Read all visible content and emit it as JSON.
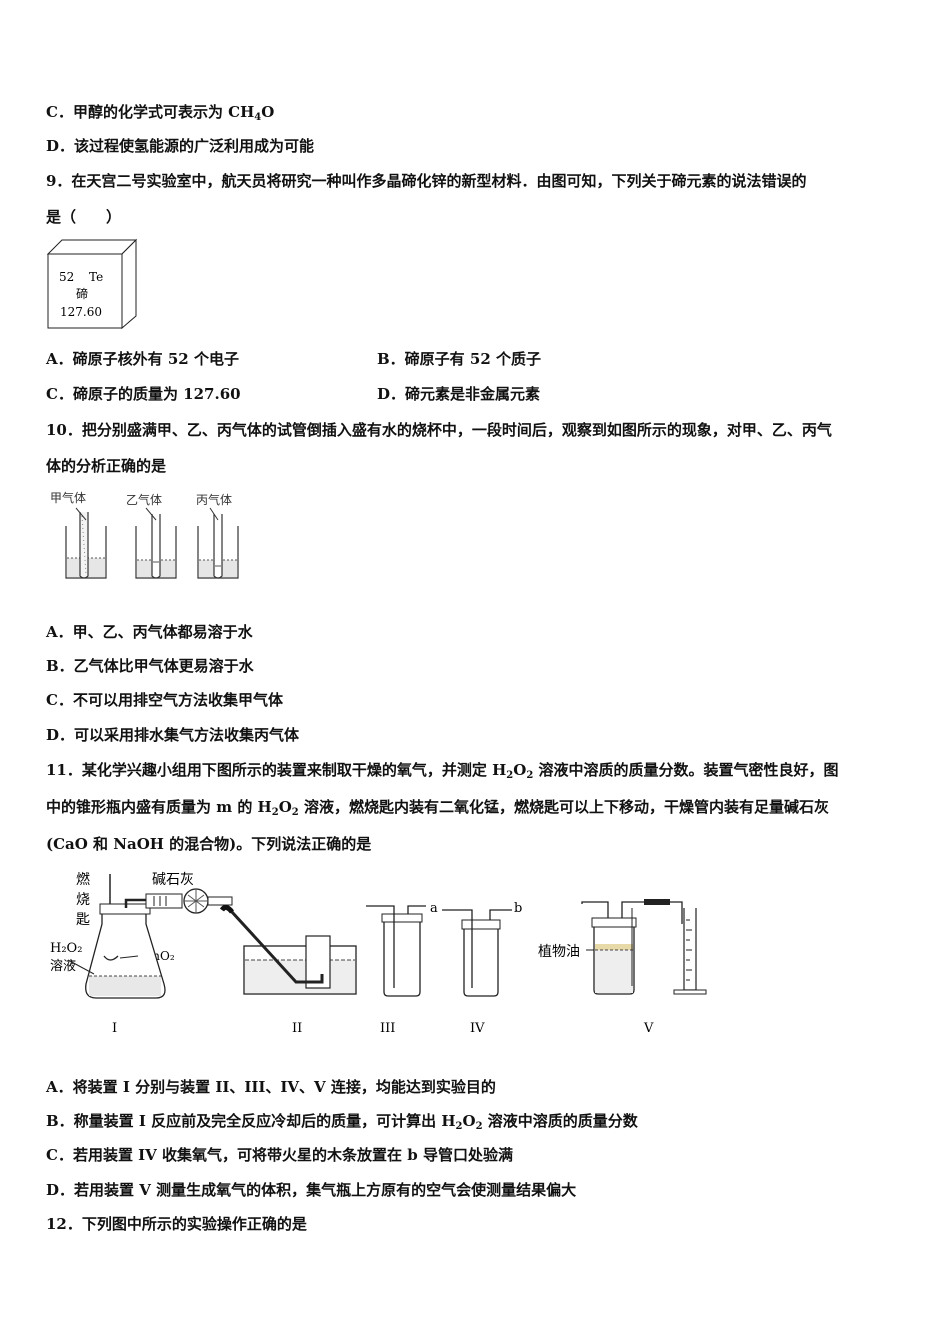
{
  "q8": {
    "c": [
      "C．甲醇的化学式可表示为 CH",
      "4",
      "O"
    ],
    "d": "D．该过程使氢能源的广泛利用成为可能"
  },
  "q9": {
    "stem_1": "9．在天宫二号实验室中，航天员将研究一种叫作多晶碲化锌的新型材料．由图可知，下列关于碲元素的说法错误的",
    "stem_2": "是（　　）",
    "element": {
      "number": "52",
      "symbol": "Te",
      "name": "碲",
      "mass": "127.60"
    },
    "a": "A．碲原子核外有 52 个电子",
    "b": "B．碲原子有 52 个质子",
    "c": "C．碲原子的质量为 127.60",
    "d": "D．碲元素是非金属元素"
  },
  "q10": {
    "stem_1": "10．把分别盛满甲、乙、丙气体的试管倒插入盛有水的烧杯中，一段时间后，观察到如图所示的现象，对甲、乙、丙气",
    "stem_2": "体的分析正确的是",
    "labels": [
      "甲气体",
      "乙气体",
      "丙气体"
    ],
    "a": "A．甲、乙、丙气体都易溶于水",
    "b": "B．乙气体比甲气体更易溶于水",
    "c": "C．不可以用排空气方法收集甲气体",
    "d": "D．可以采用排水集气方法收集丙气体"
  },
  "q11": {
    "stem_1": [
      "11．某化学兴趣小组用下图所示的装置来制取干燥的氧气，并测定 H",
      "2",
      "O",
      "2",
      " 溶液中溶质的质量分数。装置气密性良好，图"
    ],
    "stem_2": [
      "中的锥形瓶内盛有质量为 m 的 H",
      "2",
      "O",
      "2",
      " 溶液，燃烧匙内装有二氧化锰，燃烧匙可以上下移动，干燥管内装有足量碱石灰"
    ],
    "stem_3": "(CaO 和 NaOH 的混合物)。下列说法正确的是",
    "fig": {
      "spoon": [
        "燃",
        "烧",
        "匙"
      ],
      "soda_lime": "碱石灰",
      "h2o2": [
        "H₂O₂",
        "溶液"
      ],
      "mno2": "MnO₂",
      "oil": "植物油",
      "a": "a",
      "b": "b",
      "labels": [
        "I",
        "II",
        "III",
        "IV",
        "V"
      ]
    },
    "a": "A．将装置 I 分别与装置 II、III、IV、V 连接，均能达到实验目的",
    "b": [
      "B．称量装置 I 反应前及完全反应冷却后的质量，可计算出 H",
      "2",
      "O",
      "2",
      " 溶液中溶质的质量分数"
    ],
    "c": "C．若用装置 IV 收集氧气，可将带火星的木条放置在 b 导管口处验满",
    "d": "D．若用装置 V 测量生成氧气的体积，集气瓶上方原有的空气会使测量结果偏大"
  },
  "q12": {
    "stem": "12．下列图中所示的实验操作正确的是"
  }
}
